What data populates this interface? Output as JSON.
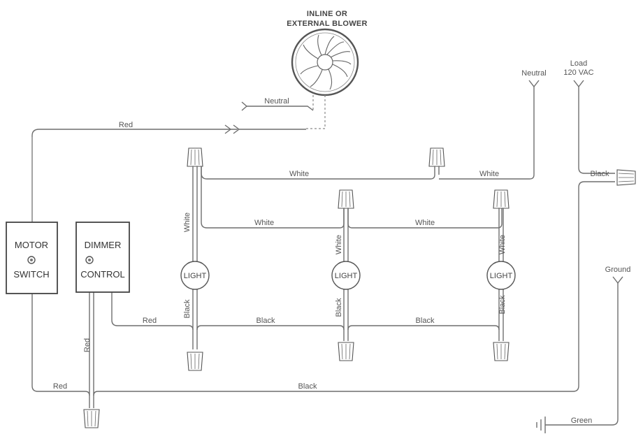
{
  "blower": {
    "line1": "INLINE OR",
    "line2": "EXTERNAL BLOWER"
  },
  "supply": {
    "neutral": "Neutral",
    "load_line1": "Load",
    "load_line2": "120 VAC",
    "ground": "Ground"
  },
  "components": {
    "motor_switch": {
      "line1": "MOTOR",
      "line2": "SWITCH"
    },
    "dimmer_control": {
      "line1": "DIMMER",
      "line2": "CONTROL"
    },
    "light_label": "LIGHT"
  },
  "wire_labels": {
    "neutral_blower": "Neutral",
    "red_top": "Red",
    "white_top_left": "White",
    "white_top_right": "White",
    "white_mid_left": "White",
    "white_mid_right": "White",
    "white_v1": "White",
    "white_v2": "White",
    "white_v3": "White",
    "black_v1": "Black",
    "black_v2": "Black",
    "black_v3": "Black",
    "red_dimmer": "Red",
    "black_bottom_left": "Black",
    "black_bottom_right": "Black",
    "red_vertical": "Red",
    "red_bottom": "Red",
    "black_main": "Black",
    "black_supply": "Black",
    "green": "Green"
  },
  "colors": {
    "wire": "#6e6e6e",
    "box_stroke": "#444444"
  }
}
